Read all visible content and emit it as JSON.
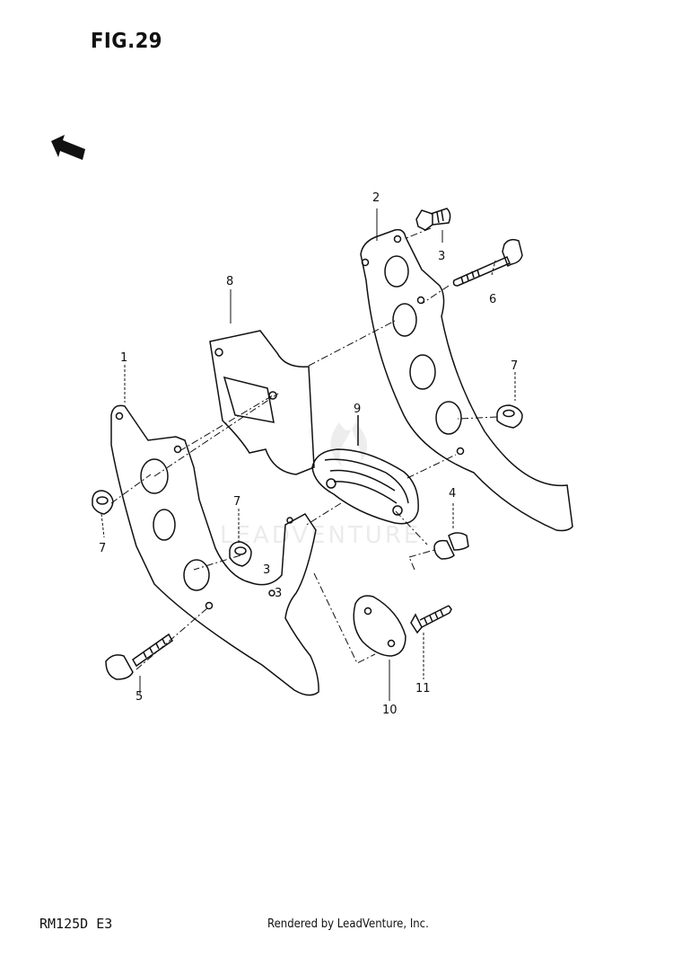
{
  "figure": {
    "title": "FIG.29"
  },
  "footer": {
    "model_code": "RM125D E3",
    "credit": "Rendered by LeadVenture, Inc."
  },
  "watermark": "LEADVENTURE",
  "callouts": [
    "1",
    "2",
    "3",
    "4",
    "5",
    "6",
    "7",
    "7",
    "7",
    "8",
    "9",
    "10",
    "11"
  ],
  "icons": {
    "front_arrow": "front-direction-arrow-icon"
  }
}
